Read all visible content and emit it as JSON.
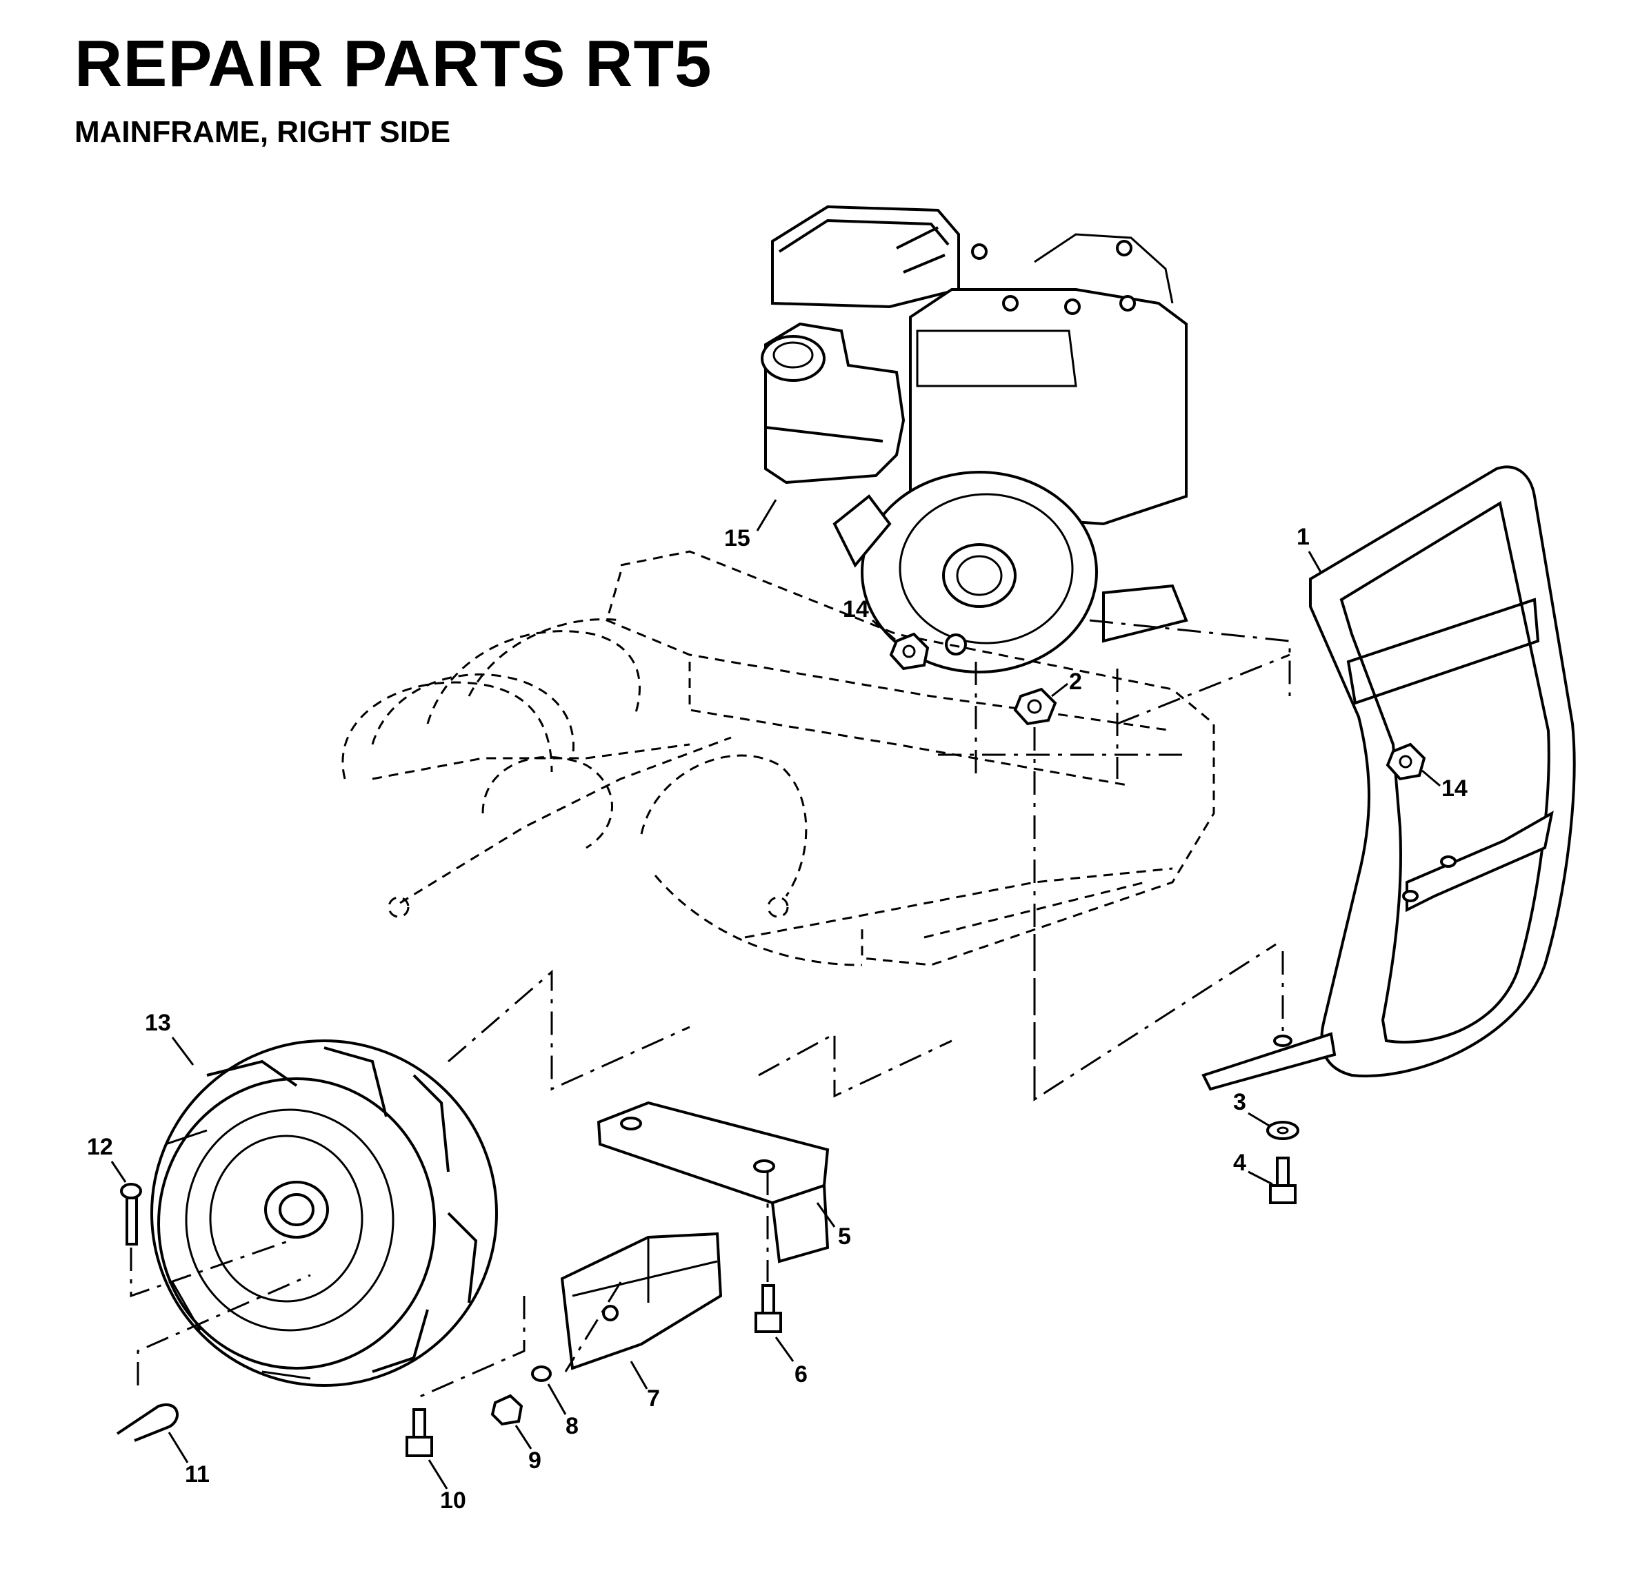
{
  "title": "REPAIR PARTS RT5",
  "subtitle": "MAINFRAME, RIGHT SIDE",
  "callouts": [
    {
      "id": "1",
      "label": "1"
    },
    {
      "id": "2",
      "label": "2"
    },
    {
      "id": "3",
      "label": "3"
    },
    {
      "id": "4",
      "label": "4"
    },
    {
      "id": "5",
      "label": "5"
    },
    {
      "id": "6",
      "label": "6"
    },
    {
      "id": "7",
      "label": "7"
    },
    {
      "id": "8",
      "label": "8"
    },
    {
      "id": "9",
      "label": "9"
    },
    {
      "id": "10",
      "label": "10"
    },
    {
      "id": "11",
      "label": "11"
    },
    {
      "id": "12",
      "label": "12"
    },
    {
      "id": "13",
      "label": "13"
    },
    {
      "id": "14a",
      "label": "14"
    },
    {
      "id": "14b",
      "label": "14"
    },
    {
      "id": "15",
      "label": "15"
    }
  ]
}
